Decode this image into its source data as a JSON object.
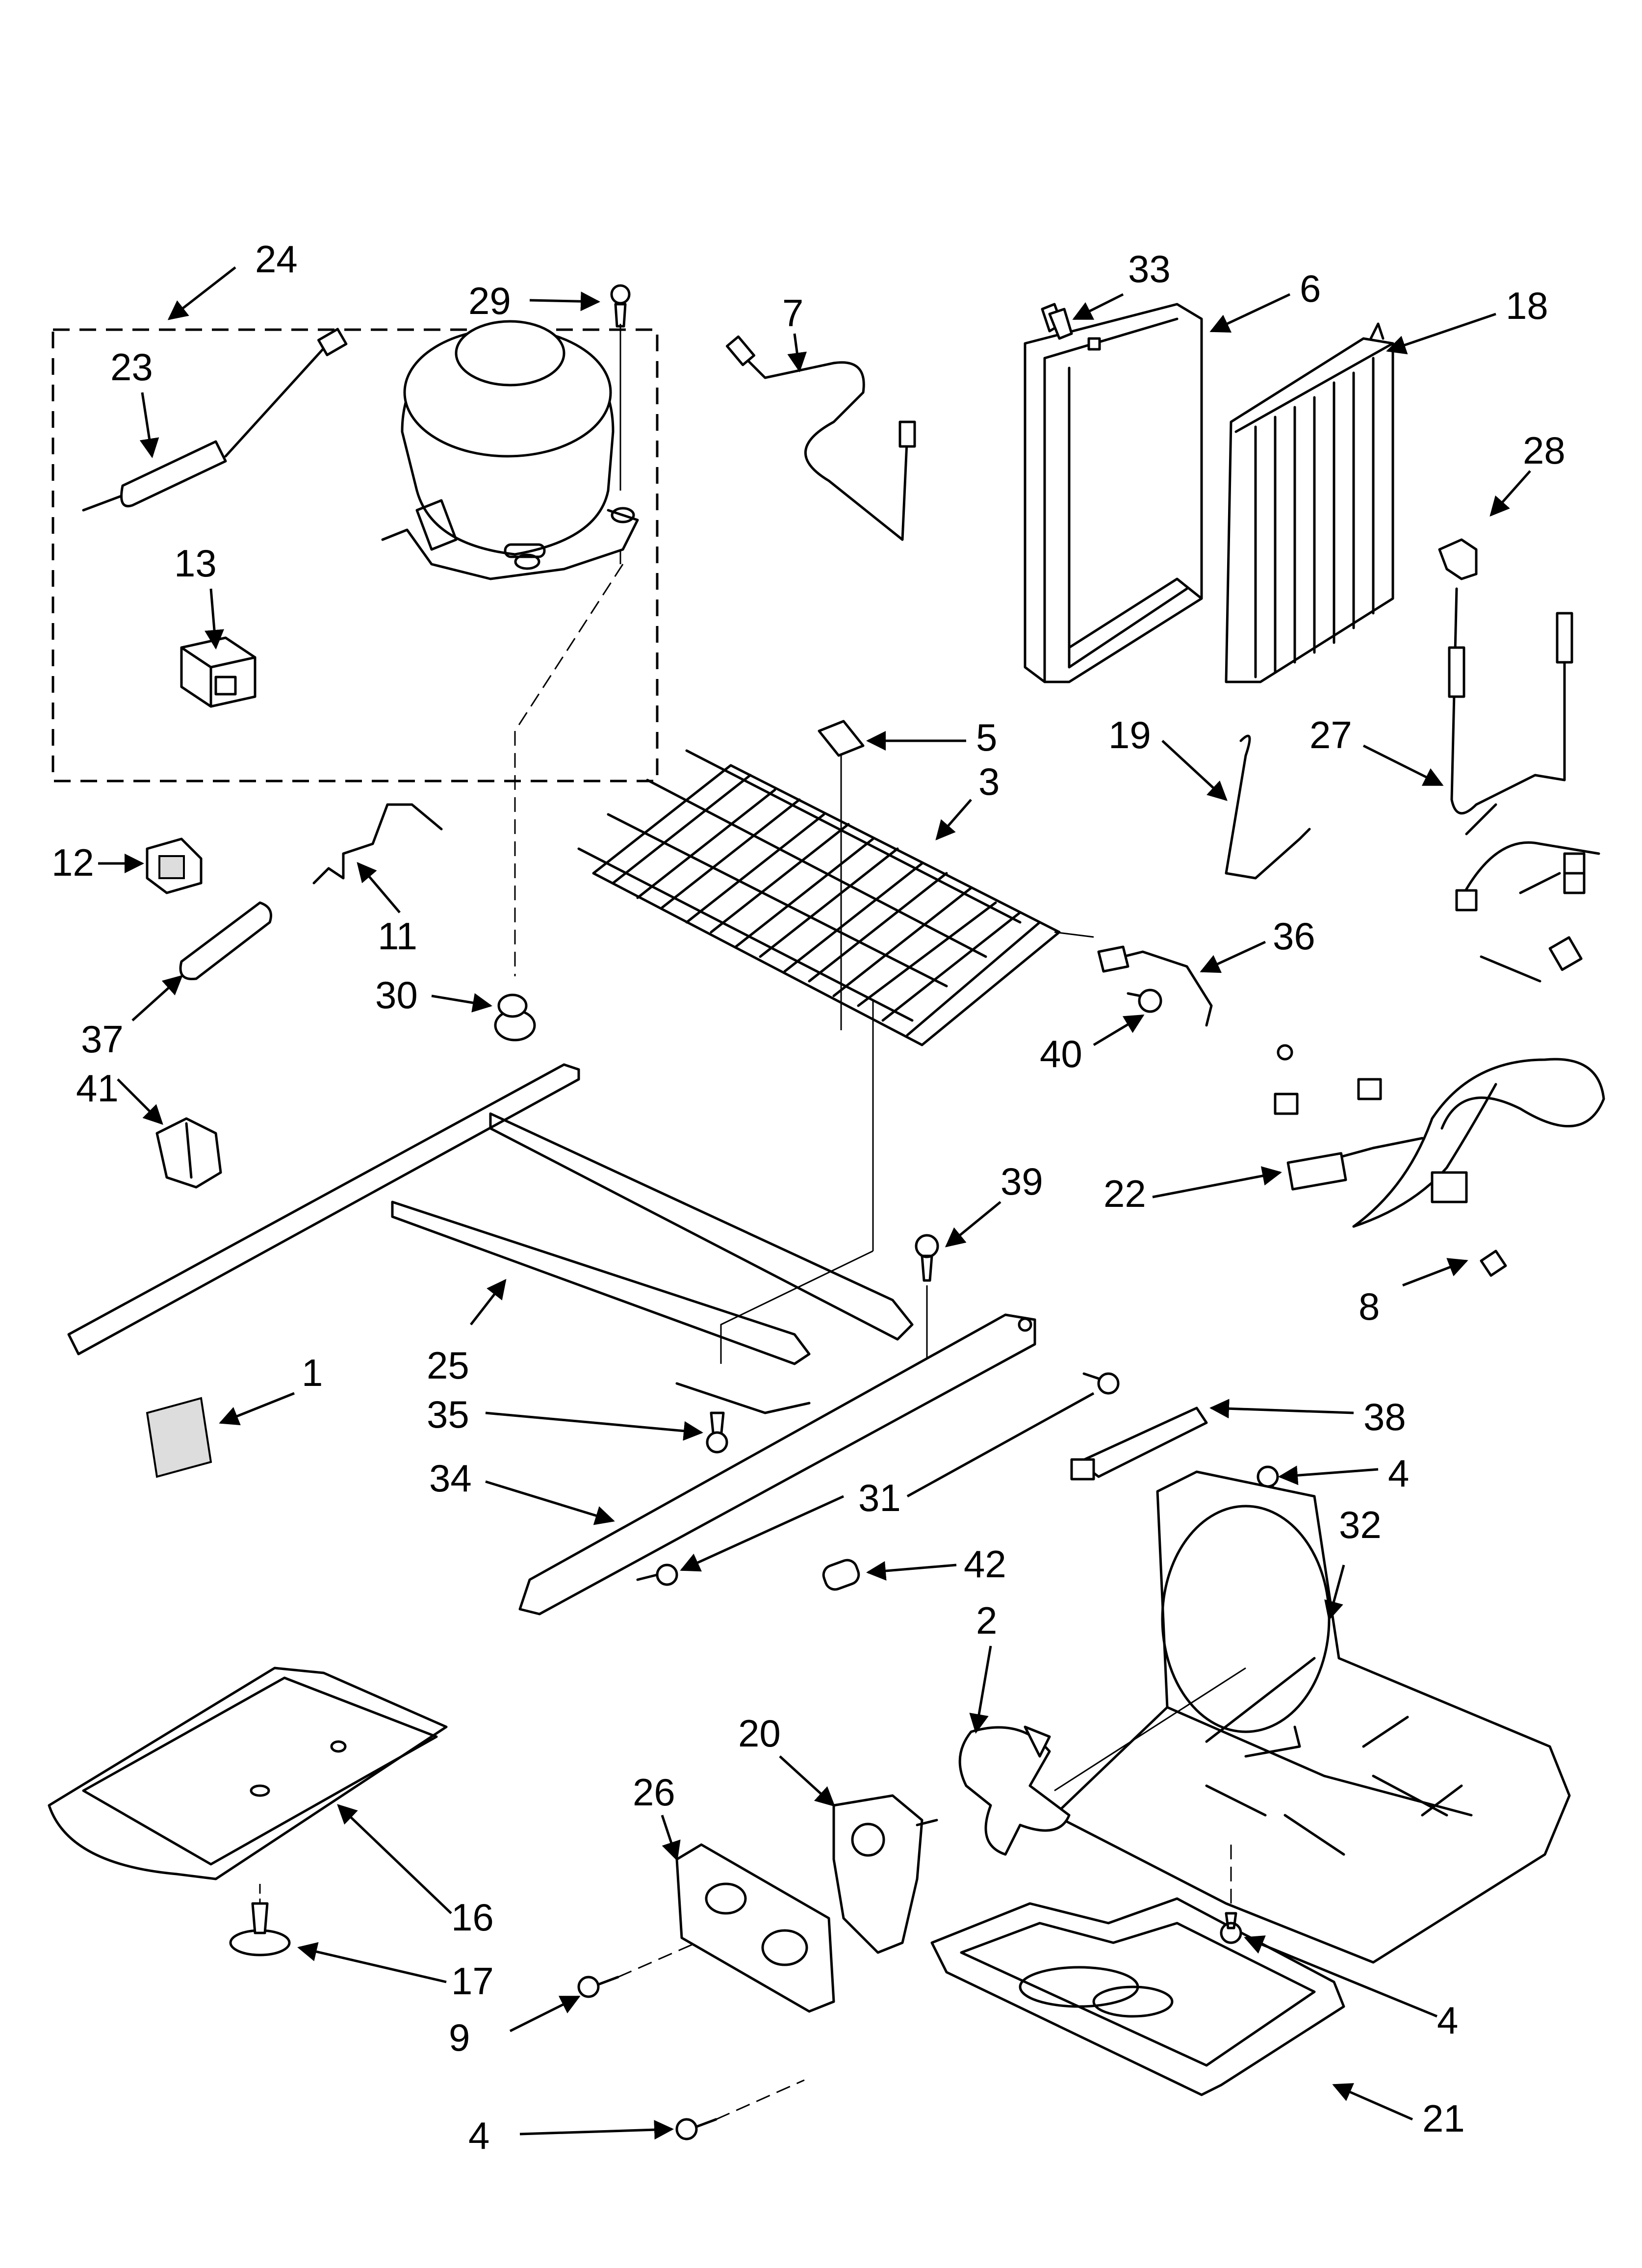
{
  "diagram": {
    "callouts": [
      "24",
      "29",
      "7",
      "33",
      "6",
      "18",
      "23",
      "13",
      "28",
      "5",
      "3",
      "19",
      "27",
      "12",
      "11",
      "36",
      "30",
      "37",
      "41",
      "40",
      "22",
      "39",
      "8",
      "1",
      "25",
      "35",
      "38",
      "4",
      "34",
      "31",
      "32",
      "42",
      "2",
      "20",
      "26",
      "16",
      "17",
      "9",
      "21"
    ]
  }
}
